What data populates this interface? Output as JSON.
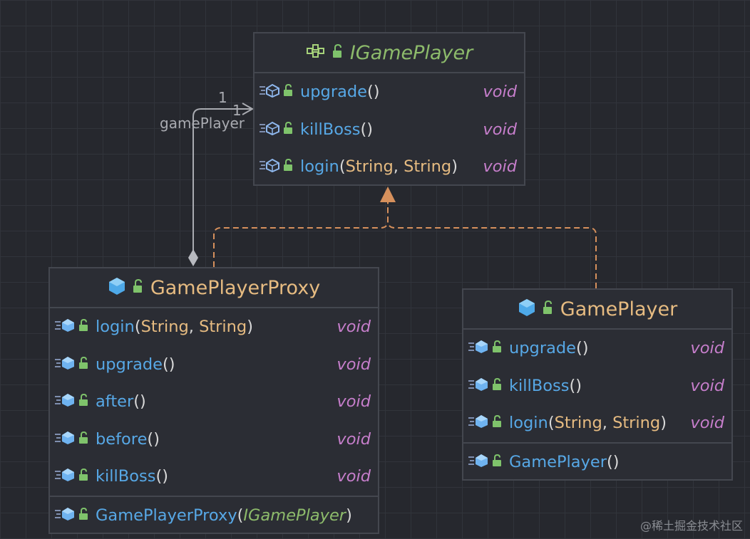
{
  "interface": {
    "name": "IGamePlayer",
    "methods": [
      {
        "name": "upgrade",
        "params": [],
        "return": "void"
      },
      {
        "name": "killBoss",
        "params": [],
        "return": "void"
      },
      {
        "name": "login",
        "params": [
          "String",
          "String"
        ],
        "return": "void"
      }
    ]
  },
  "proxy": {
    "name": "GamePlayerProxy",
    "methods": [
      {
        "name": "login",
        "params": [
          "String",
          "String"
        ],
        "return": "void"
      },
      {
        "name": "upgrade",
        "params": [],
        "return": "void"
      },
      {
        "name": "after",
        "params": [],
        "return": "void"
      },
      {
        "name": "before",
        "params": [],
        "return": "void"
      },
      {
        "name": "killBoss",
        "params": [],
        "return": "void"
      }
    ],
    "constructor": {
      "name": "GamePlayerProxy",
      "param": "IGamePlayer"
    }
  },
  "player": {
    "name": "GamePlayer",
    "methods": [
      {
        "name": "upgrade",
        "params": [],
        "return": "void"
      },
      {
        "name": "killBoss",
        "params": [],
        "return": "void"
      },
      {
        "name": "login",
        "params": [
          "String",
          "String"
        ],
        "return": "void"
      }
    ],
    "constructor": {
      "name": "GamePlayer"
    }
  },
  "association": {
    "label": "gamePlayer",
    "multiplicity_source": "1",
    "multiplicity_target": "1"
  },
  "watermark": "@稀土掘金技术社区",
  "colors": {
    "background": "#26282e",
    "grid": "#31343b",
    "box": "#2b2d34",
    "border": "#44474f",
    "method": "#57a8e6",
    "type": "#e6bb81",
    "return": "#c67ecb",
    "interface_title": "#8dbb6b",
    "realization": "#d6905c",
    "association": "#a9abb1"
  }
}
